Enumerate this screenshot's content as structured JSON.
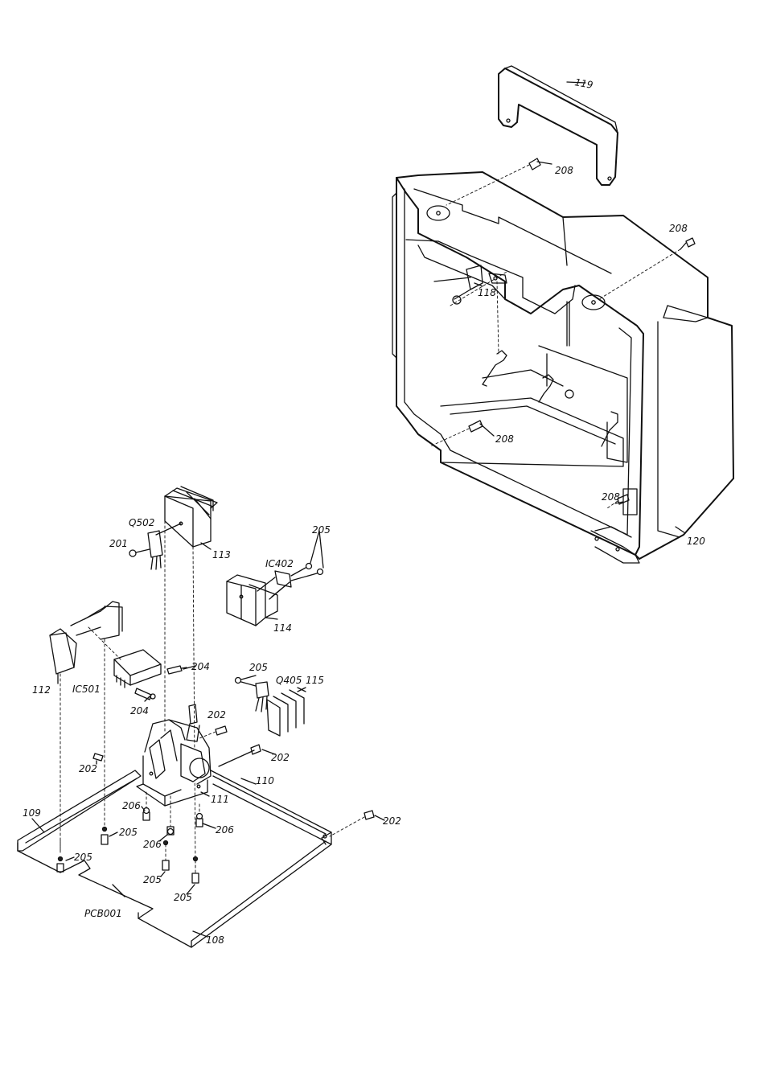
{
  "labels": {
    "l119": "119",
    "l208a": "208",
    "l208b": "208",
    "l118": "118",
    "l208c": "208",
    "l208d": "208",
    "l120": "120",
    "lQ502": "Q502",
    "l201": "201",
    "l113": "113",
    "l205a": "205",
    "lIC402": "IC402",
    "l114": "114",
    "l112": "112",
    "lIC501": "IC501",
    "l204a": "204",
    "l204b": "204",
    "l205b": "205",
    "lQ405": "Q405",
    "l115": "115",
    "l202a": "202",
    "l202b": "202",
    "l202c": "202",
    "l202d": "202",
    "l110": "110",
    "l111": "111",
    "l109": "109",
    "l206a": "206",
    "l205c": "205",
    "l206b": "206",
    "l206c": "206",
    "l205d": "205",
    "l205e": "205",
    "l205f": "205",
    "lPCB001": "PCB001",
    "l108": "108"
  }
}
